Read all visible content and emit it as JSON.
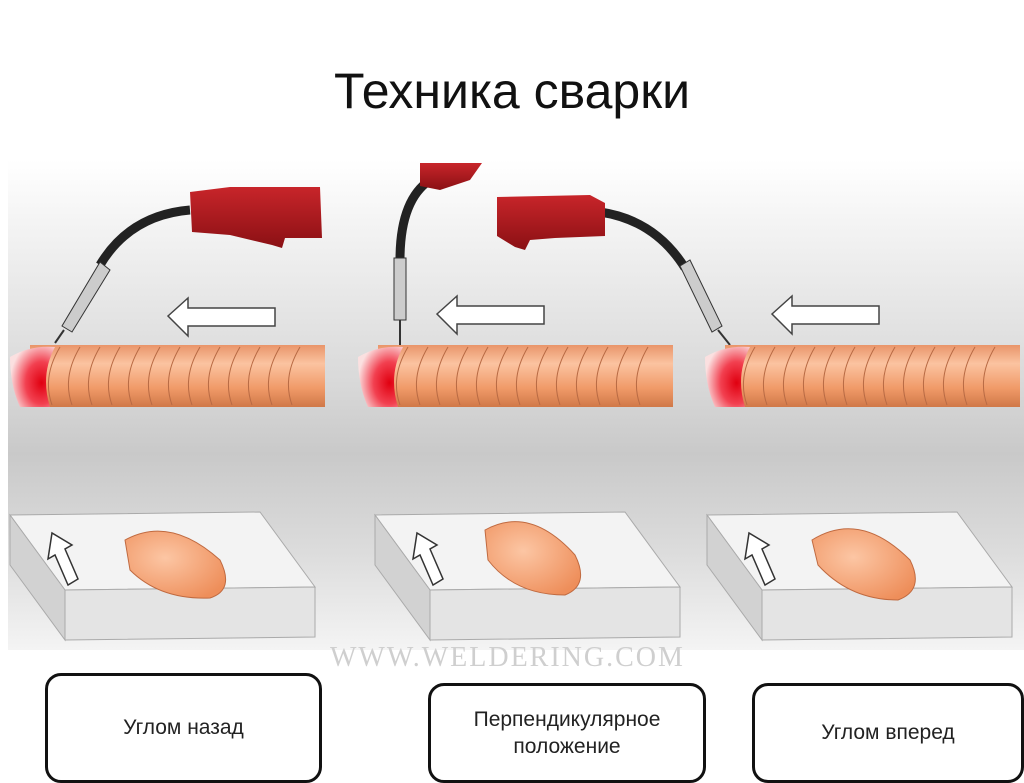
{
  "slide": {
    "title": "Техника сварки"
  },
  "techniques": [
    {
      "label": "Углом назад"
    },
    {
      "label": "Перпендикулярное положение"
    },
    {
      "label": "Углом вперед"
    }
  ],
  "watermark": "WWW.WELDERING.COM",
  "colors": {
    "torch_handle": "#b3171c",
    "bead": "#f0a070",
    "arc": "#e8202a"
  }
}
